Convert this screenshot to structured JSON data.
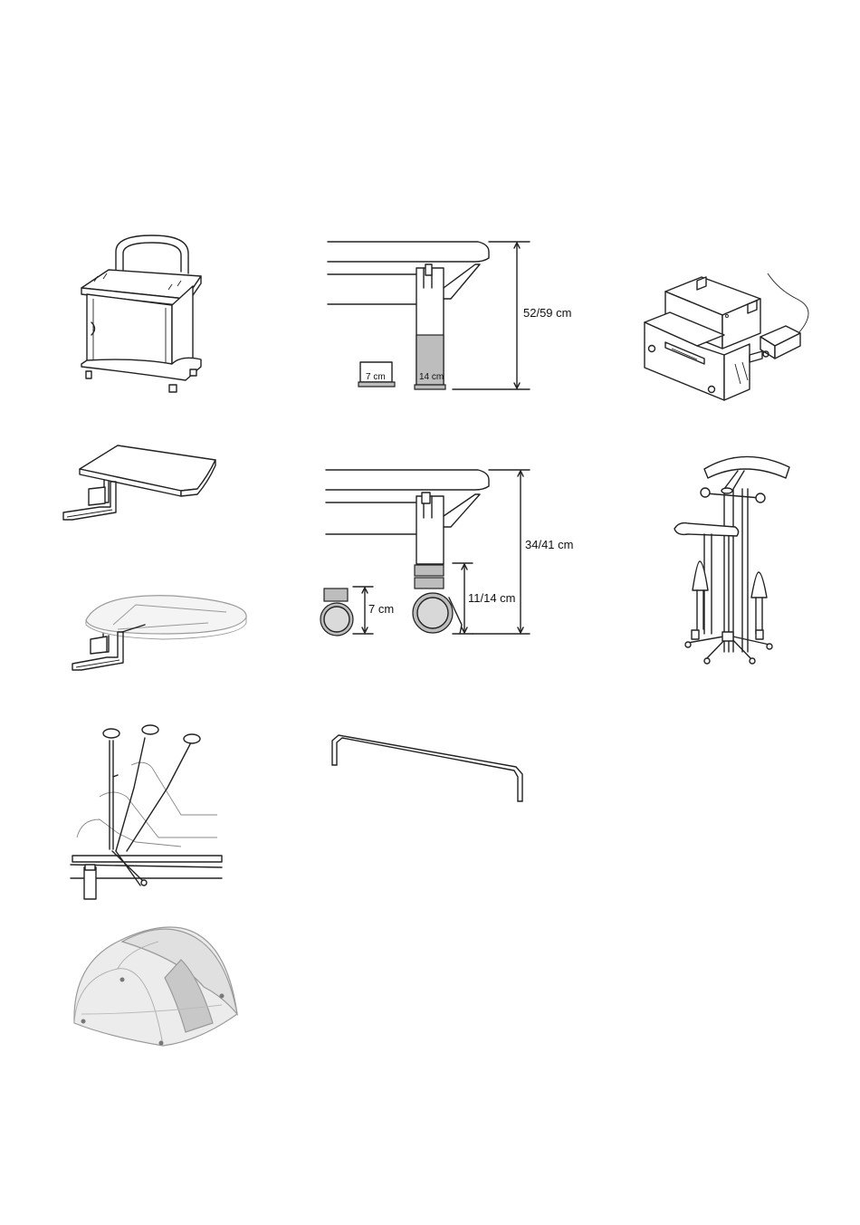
{
  "dimensions": {
    "foot_label_small": "7 cm",
    "foot_label_large": "14 cm",
    "height_feet": "52/59 cm",
    "caster_label_small": "7 cm",
    "caster_label_large": "11/14 cm",
    "height_casters": "34/41 cm"
  },
  "colors": {
    "line": "#222222",
    "fill_grey": "#bdbdbd",
    "fill_light": "#e9e9e9"
  }
}
